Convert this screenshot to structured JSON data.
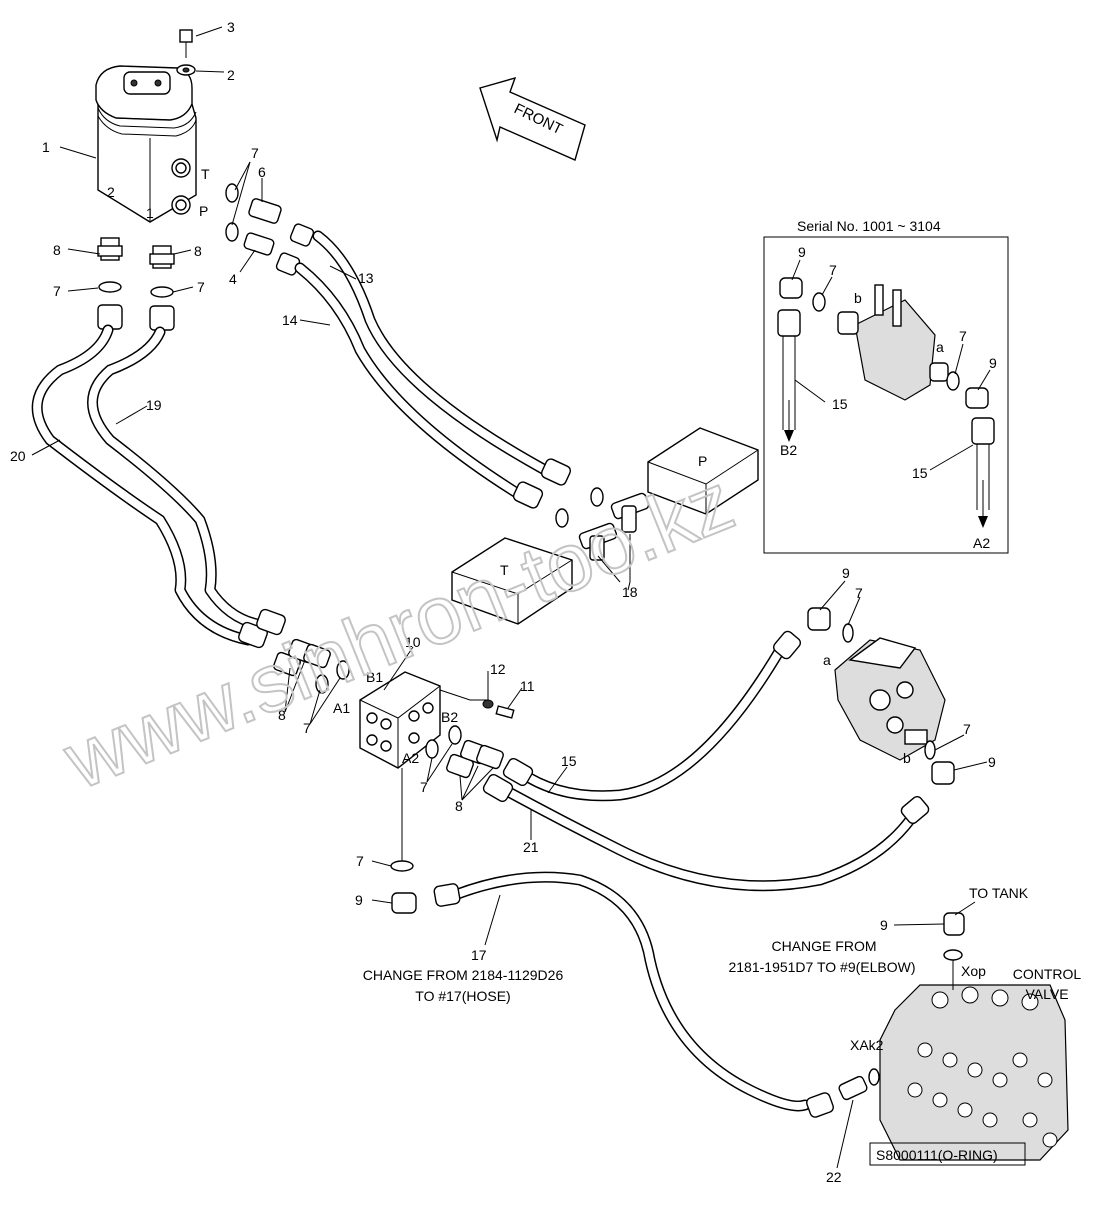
{
  "callouts": [
    {
      "id": "c-3",
      "text": "3"
    },
    {
      "id": "c-2",
      "text": "2"
    },
    {
      "id": "c-1",
      "text": "1"
    },
    {
      "id": "c-7a",
      "text": "7"
    },
    {
      "id": "c-6",
      "text": "6"
    },
    {
      "id": "c-8a",
      "text": "8"
    },
    {
      "id": "c-8b",
      "text": "8"
    },
    {
      "id": "c-7b",
      "text": "7"
    },
    {
      "id": "c-7c",
      "text": "7"
    },
    {
      "id": "c-4",
      "text": "4"
    },
    {
      "id": "c-13",
      "text": "13"
    },
    {
      "id": "c-14",
      "text": "14"
    },
    {
      "id": "c-19",
      "text": "19"
    },
    {
      "id": "c-20",
      "text": "20"
    },
    {
      "id": "c-18",
      "text": "18"
    },
    {
      "id": "c-10",
      "text": "10"
    },
    {
      "id": "c-12",
      "text": "12"
    },
    {
      "id": "c-11",
      "text": "11"
    },
    {
      "id": "c-8c",
      "text": "8"
    },
    {
      "id": "c-7d",
      "text": "7"
    },
    {
      "id": "c-7e",
      "text": "7"
    },
    {
      "id": "c-8d",
      "text": "8"
    },
    {
      "id": "c-15a",
      "text": "15"
    },
    {
      "id": "c-21",
      "text": "21"
    },
    {
      "id": "c-7f",
      "text": "7"
    },
    {
      "id": "c-9a",
      "text": "9"
    },
    {
      "id": "c-17",
      "text": "17"
    },
    {
      "id": "c-9b",
      "text": "9"
    },
    {
      "id": "c-7g",
      "text": "7"
    },
    {
      "id": "c-7h",
      "text": "7"
    },
    {
      "id": "c-9c",
      "text": "9"
    },
    {
      "id": "c-9d",
      "text": "9"
    },
    {
      "id": "c-22",
      "text": "22"
    },
    {
      "id": "c-9e",
      "text": "9"
    },
    {
      "id": "c-7i",
      "text": "7"
    },
    {
      "id": "c-9f",
      "text": "9"
    },
    {
      "id": "c-15b",
      "text": "15"
    },
    {
      "id": "c-7j",
      "text": "7"
    },
    {
      "id": "c-9g",
      "text": "9"
    },
    {
      "id": "c-15c",
      "text": "15"
    }
  ],
  "port_labels": [
    {
      "id": "p-T-sol",
      "text": "T"
    },
    {
      "id": "p-P-sol",
      "text": "P"
    },
    {
      "id": "p-2-sol",
      "text": "2"
    },
    {
      "id": "p-1-sol",
      "text": "1"
    },
    {
      "id": "p-P-blk",
      "text": "P"
    },
    {
      "id": "p-T-blk",
      "text": "T"
    },
    {
      "id": "p-B1",
      "text": "B1"
    },
    {
      "id": "p-A1",
      "text": "A1"
    },
    {
      "id": "p-B2",
      "text": "B2"
    },
    {
      "id": "p-A2",
      "text": "A2"
    },
    {
      "id": "p-a-valve",
      "text": "a"
    },
    {
      "id": "p-b-valve",
      "text": "b"
    },
    {
      "id": "p-Xop",
      "text": "Xop"
    },
    {
      "id": "p-XAk2",
      "text": "XAk2"
    },
    {
      "id": "p-b-inset",
      "text": "b"
    },
    {
      "id": "p-a-inset",
      "text": "a"
    },
    {
      "id": "p-B2-inset",
      "text": "B2"
    },
    {
      "id": "p-A2-inset",
      "text": "A2"
    }
  ],
  "front_label": "FRONT",
  "inset_title": "Serial No. 1001 ~ 3104",
  "notes": {
    "hose17_line1": "CHANGE FROM 2184-1129D26",
    "hose17_line2": "TO #17(HOSE)",
    "elbow_line1": "CHANGE FROM",
    "elbow_line2": "2181-1951D7 TO #9(ELBOW)",
    "to_tank": "TO TANK",
    "control_valve_1": "CONTROL",
    "control_valve_2": "VALVE",
    "oring_note": "S8000111(O-RING)"
  },
  "watermark": "www.sinhron-too.kz",
  "colors": {
    "line": "#000000",
    "background": "#ffffff",
    "watermark": "#cccccc"
  }
}
